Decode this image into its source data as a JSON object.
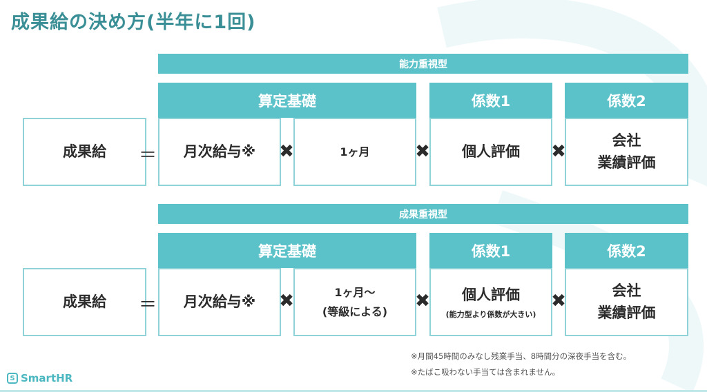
{
  "title": "成果給の決め方(半年に1回)",
  "sections": [
    {
      "banner": "能力重視型",
      "left_label": "成果給",
      "equals": "＝",
      "times": "✖",
      "headers": {
        "base": "算定基礎",
        "coef1": "係数1",
        "coef2": "係数2"
      },
      "cells": {
        "monthly": "月次給与※",
        "period_line1": "1ヶ月",
        "period_line2": "",
        "personal": "個人評価",
        "personal_note": "",
        "company_line1": "会社",
        "company_line2": "業績評価"
      }
    },
    {
      "banner": "成果重視型",
      "left_label": "成果給",
      "equals": "＝",
      "times": "✖",
      "headers": {
        "base": "算定基礎",
        "coef1": "係数1",
        "coef2": "係数2"
      },
      "cells": {
        "monthly": "月次給与※",
        "period_line1": "1ヶ月〜",
        "period_line2": "(等級による)",
        "personal": "個人評価",
        "personal_note": "(能力型より係数が大きい)",
        "company_line1": "会社",
        "company_line2": "業績評価"
      }
    }
  ],
  "notes": [
    "※月間45時間のみなし残業手当、8時間分の深夜手当を含む。",
    "※たばこ吸わない手当ては含まれません。"
  ],
  "logo": {
    "mark": "S",
    "text": "SmartHR"
  },
  "colors": {
    "teal": "#5bc2c9",
    "title": "#3a8f96",
    "border": "#8fd3d8"
  }
}
